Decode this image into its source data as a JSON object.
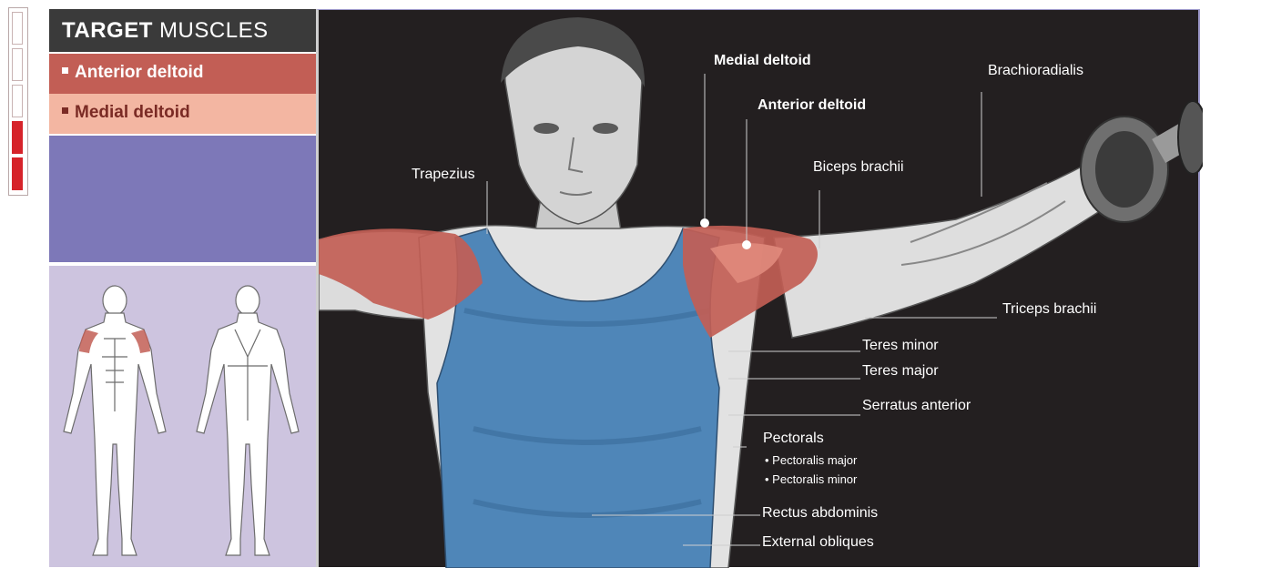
{
  "panel": {
    "title_bold": "TARGET",
    "title_rest": " MUSCLES",
    "targets": [
      {
        "label": "Anterior deltoid",
        "color": "#c25e55"
      },
      {
        "label": "Medial deltoid",
        "color": "#f3b6a2"
      }
    ]
  },
  "labels": {
    "medial_deltoid": "Medial deltoid",
    "anterior_deltoid": "Anterior deltoid",
    "trapezius": "Trapezius",
    "biceps_brachii": "Biceps brachii",
    "brachioradialis": "Brachioradialis",
    "triceps_brachii": "Triceps brachii",
    "teres_minor": "Teres minor",
    "teres_major": "Teres major",
    "serratus_anterior": "Serratus anterior",
    "pectorals": "Pectorals",
    "pectoralis_major": "• Pectoralis major",
    "pectoralis_minor": "• Pectoralis minor",
    "rectus_abdominis": "Rectus abdominis",
    "external_obliques": "External obliques"
  },
  "colors": {
    "background": "#231f20",
    "anterior_deltoid": "#c25e55",
    "medial_deltoid": "#f3b6a2",
    "accent_purple": "#7d78b8",
    "figure_panel": "#cdc4df",
    "shirt_blue": "#4f86b8",
    "skin": "#d9d9d9"
  },
  "icons": [
    "dumbbell-icon",
    "front-body-figure",
    "back-body-figure"
  ]
}
